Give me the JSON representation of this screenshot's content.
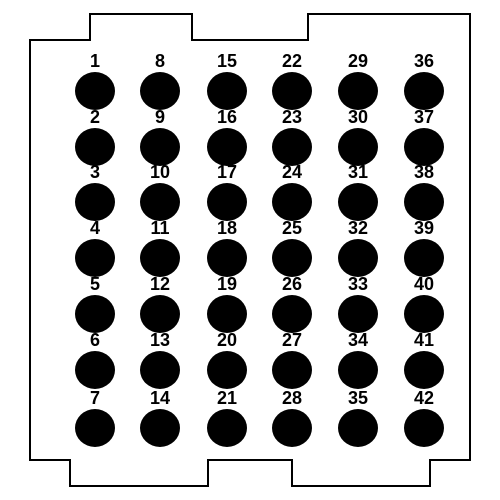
{
  "diagram": {
    "outline_color": "#000000",
    "pin_color": "#000000",
    "label_color": "#000000",
    "background_color": "#ffffff",
    "pins": [
      {
        "num": 1,
        "label": "1",
        "row": 0,
        "col": 0
      },
      {
        "num": 2,
        "label": "2",
        "row": 1,
        "col": 0
      },
      {
        "num": 3,
        "label": "3",
        "row": 2,
        "col": 0
      },
      {
        "num": 4,
        "label": "4",
        "row": 3,
        "col": 0
      },
      {
        "num": 5,
        "label": "5",
        "row": 4,
        "col": 0
      },
      {
        "num": 6,
        "label": "6",
        "row": 5,
        "col": 0
      },
      {
        "num": 7,
        "label": "7",
        "row": 6,
        "col": 0
      },
      {
        "num": 8,
        "label": "8",
        "row": 0,
        "col": 1
      },
      {
        "num": 9,
        "label": "9",
        "row": 1,
        "col": 1
      },
      {
        "num": 10,
        "label": "10",
        "row": 2,
        "col": 1
      },
      {
        "num": 11,
        "label": "11",
        "row": 3,
        "col": 1
      },
      {
        "num": 12,
        "label": "12",
        "row": 4,
        "col": 1
      },
      {
        "num": 13,
        "label": "13",
        "row": 5,
        "col": 1
      },
      {
        "num": 14,
        "label": "14",
        "row": 6,
        "col": 1
      },
      {
        "num": 15,
        "label": "15",
        "row": 0,
        "col": 2
      },
      {
        "num": 16,
        "label": "16",
        "row": 1,
        "col": 2
      },
      {
        "num": 17,
        "label": "17",
        "row": 2,
        "col": 2
      },
      {
        "num": 18,
        "label": "18",
        "row": 3,
        "col": 2
      },
      {
        "num": 19,
        "label": "19",
        "row": 4,
        "col": 2
      },
      {
        "num": 20,
        "label": "20",
        "row": 5,
        "col": 2
      },
      {
        "num": 21,
        "label": "21",
        "row": 6,
        "col": 2
      },
      {
        "num": 22,
        "label": "22",
        "row": 0,
        "col": 3
      },
      {
        "num": 23,
        "label": "23",
        "row": 1,
        "col": 3
      },
      {
        "num": 24,
        "label": "24",
        "row": 2,
        "col": 3
      },
      {
        "num": 25,
        "label": "25",
        "row": 3,
        "col": 3
      },
      {
        "num": 26,
        "label": "26",
        "row": 4,
        "col": 3
      },
      {
        "num": 27,
        "label": "27",
        "row": 5,
        "col": 3
      },
      {
        "num": 28,
        "label": "28",
        "row": 6,
        "col": 3
      },
      {
        "num": 29,
        "label": "29",
        "row": 0,
        "col": 4
      },
      {
        "num": 30,
        "label": "30",
        "row": 1,
        "col": 4
      },
      {
        "num": 31,
        "label": "31",
        "row": 2,
        "col": 4
      },
      {
        "num": 32,
        "label": "32",
        "row": 3,
        "col": 4
      },
      {
        "num": 33,
        "label": "33",
        "row": 4,
        "col": 4
      },
      {
        "num": 34,
        "label": "34",
        "row": 5,
        "col": 4
      },
      {
        "num": 35,
        "label": "35",
        "row": 6,
        "col": 4
      },
      {
        "num": 36,
        "label": "36",
        "row": 0,
        "col": 5
      },
      {
        "num": 37,
        "label": "37",
        "row": 1,
        "col": 5
      },
      {
        "num": 38,
        "label": "38",
        "row": 2,
        "col": 5
      },
      {
        "num": 39,
        "label": "39",
        "row": 3,
        "col": 5
      },
      {
        "num": 40,
        "label": "40",
        "row": 4,
        "col": 5
      },
      {
        "num": 41,
        "label": "41",
        "row": 5,
        "col": 5
      },
      {
        "num": 42,
        "label": "42",
        "row": 6,
        "col": 5
      }
    ]
  }
}
